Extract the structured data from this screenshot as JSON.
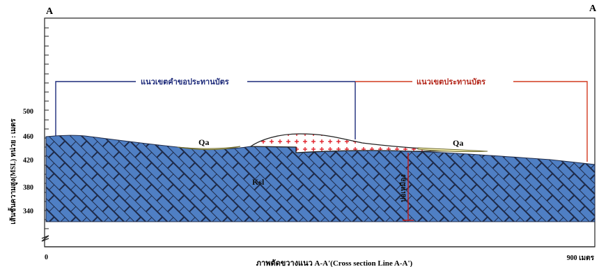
{
  "section": {
    "corner_left": "A",
    "corner_right": "A",
    "y_axis_title": "เส้นชั้นความสูง(MSL) หน่วย : เมตร",
    "y_ticks": [
      "500",
      "460",
      "420",
      "380",
      "340"
    ],
    "x_start": "0",
    "x_end": "900 เมตร",
    "caption": "ภาพตัดขวางแนว A-A'(Cross section Line A-A')"
  },
  "zones": {
    "left": "แนวเขตคำขอประทานบัตร",
    "right": "แนวเขตประทานบัตร"
  },
  "geology": {
    "qa_left": "Qa",
    "qa_right": "Qa",
    "bedrock": "Ksl",
    "pit": "บ่อเหมือง"
  },
  "colors": {
    "bedrock_fill": "#4f7fc4",
    "hatch": "#1e2a48",
    "left_zone_line": "#1d2a7a",
    "right_zone_line": "#d23a1f",
    "quarry_cross": "#e0202a",
    "qa_fill": "#f2edb0"
  },
  "icons": [
    "axis-break-icon"
  ]
}
